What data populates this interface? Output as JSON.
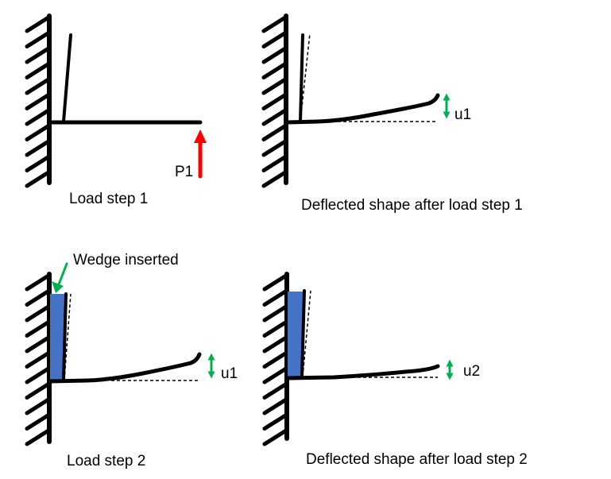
{
  "colors": {
    "structure": "#000000",
    "load_arrow": "#FF0000",
    "displacement_arrow": "#00B050",
    "wedge_fill": "#4472C4",
    "background": "#FFFFFF"
  },
  "panels": [
    {
      "id": "load-step-1",
      "caption": "Load step 1",
      "load_label": "P1",
      "icons": [
        "fixed-wall-icon",
        "upward-load-arrow-icon"
      ]
    },
    {
      "id": "deflected-step-1",
      "caption": "Deflected shape after load step 1",
      "displacement_label": "u1",
      "icons": [
        "fixed-wall-icon",
        "double-headed-arrow-icon"
      ]
    },
    {
      "id": "load-step-2",
      "caption": "Load step 2",
      "annotation": "Wedge inserted",
      "displacement_label": "u1",
      "icons": [
        "fixed-wall-icon",
        "wedge-icon",
        "pointer-arrow-icon",
        "double-headed-arrow-icon"
      ]
    },
    {
      "id": "deflected-step-2",
      "caption": "Deflected shape after load step 2",
      "displacement_label": "u2",
      "icons": [
        "fixed-wall-icon",
        "wedge-icon",
        "double-headed-arrow-icon"
      ]
    }
  ]
}
